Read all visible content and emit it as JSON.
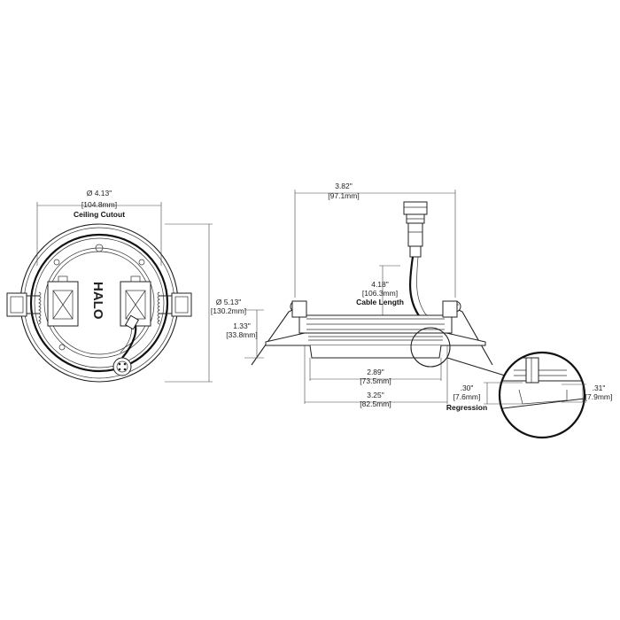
{
  "front_view": {
    "cutout_diameter": "Ø 4.13\"",
    "cutout_metric": "[104.8mm]",
    "cutout_caption": "Ceiling Cutout",
    "outer_diameter": "Ø 5.13\"",
    "outer_metric": "[130.2mm]",
    "logo_text": "HALO"
  },
  "side_view": {
    "overall_width": "3.82\"",
    "overall_width_metric": "[97.1mm]",
    "cable_length": "4.18\"",
    "cable_length_metric": "[106.3mm]",
    "cable_caption": "Cable Length",
    "height": "1.33\"",
    "height_metric": "[33.8mm]",
    "lens_width": "2.89\"",
    "lens_width_metric": "[73.5mm]",
    "trim_width": "3.25\"",
    "trim_width_metric": "[82.5mm]"
  },
  "detail_view": {
    "regression": ".30\"",
    "regression_metric": "[7.6mm]",
    "regression_caption": "Regression",
    "flange": ".31\"",
    "flange_metric": "[7.9mm]"
  }
}
